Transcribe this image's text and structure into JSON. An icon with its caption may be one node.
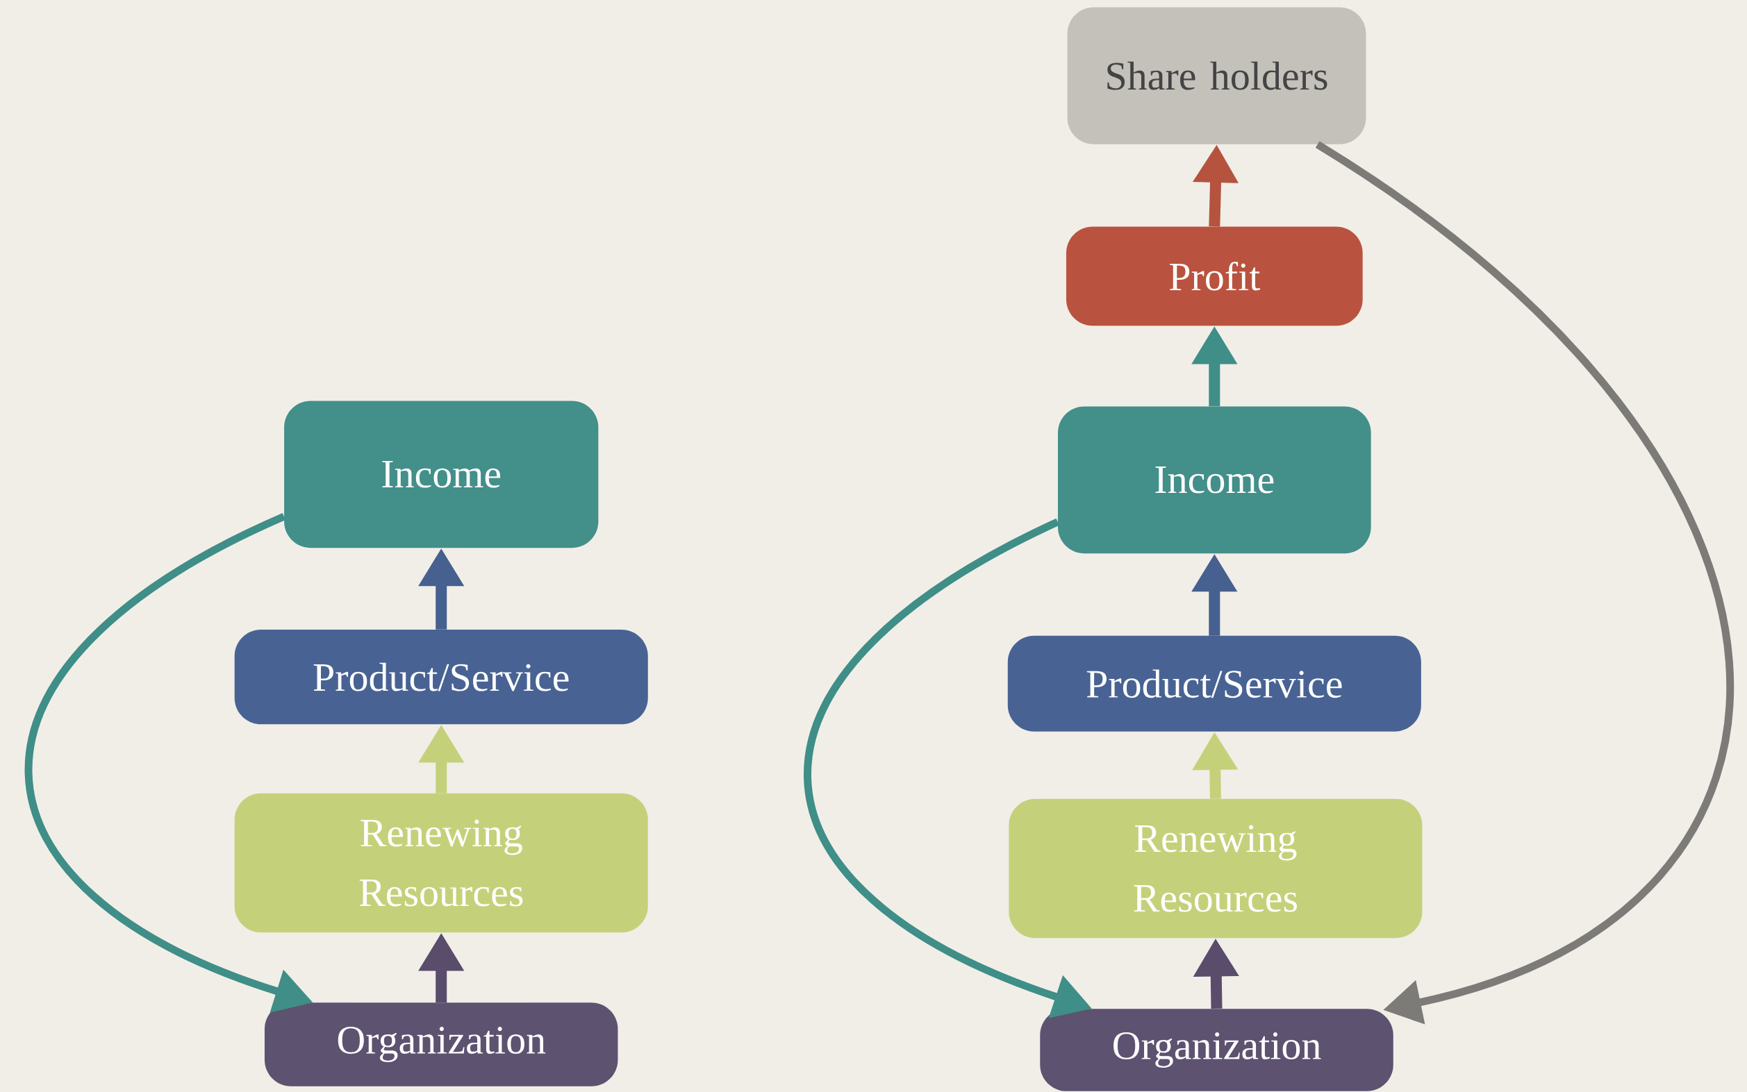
{
  "diagram": {
    "nodes": [
      {
        "text": [
          "Income"
        ]
      },
      {
        "text": [
          "Product/Service"
        ]
      },
      {
        "text": [
          "Renewing Resources"
        ]
      },
      {
        "text": [
          "Organization"
        ]
      },
      {
        "text": [
          "Share holders"
        ]
      },
      {
        "text": [
          "Profit"
        ]
      },
      {
        "text": [
          "Income"
        ]
      },
      {
        "text": [
          "Product/Service"
        ]
      },
      {
        "text": [
          "Renewing Resources"
        ]
      },
      {
        "text": [
          "Organization"
        ]
      }
    ],
    "edges": [
      {
        "from": 3,
        "to": 2,
        "arrow": "to",
        "color": "#5a4d6b"
      },
      {
        "from": 2,
        "to": 1,
        "arrow": "to",
        "color": "#c5d17a"
      },
      {
        "from": 1,
        "to": 0,
        "arrow": "to",
        "color": "#46608f"
      },
      {
        "from": 0,
        "to": 3,
        "arrow": "to",
        "color": "#3f8e87"
      },
      {
        "from": 9,
        "to": 8,
        "arrow": "to",
        "color": "#5a4d6b"
      },
      {
        "from": 8,
        "to": 7,
        "arrow": "to",
        "color": "#c5d17a"
      },
      {
        "from": 7,
        "to": 6,
        "arrow": "to",
        "color": "#46608f"
      },
      {
        "from": 6,
        "to": 9,
        "arrow": "to",
        "color": "#3f8e87"
      },
      {
        "from": 6,
        "to": 5,
        "arrow": "to",
        "color": "#3f8e87"
      },
      {
        "from": 5,
        "to": 4,
        "arrow": "to",
        "color": "#b5533f"
      },
      {
        "from": 4,
        "to": 9,
        "arrow": "to",
        "color": "#7d7b77"
      }
    ]
  }
}
